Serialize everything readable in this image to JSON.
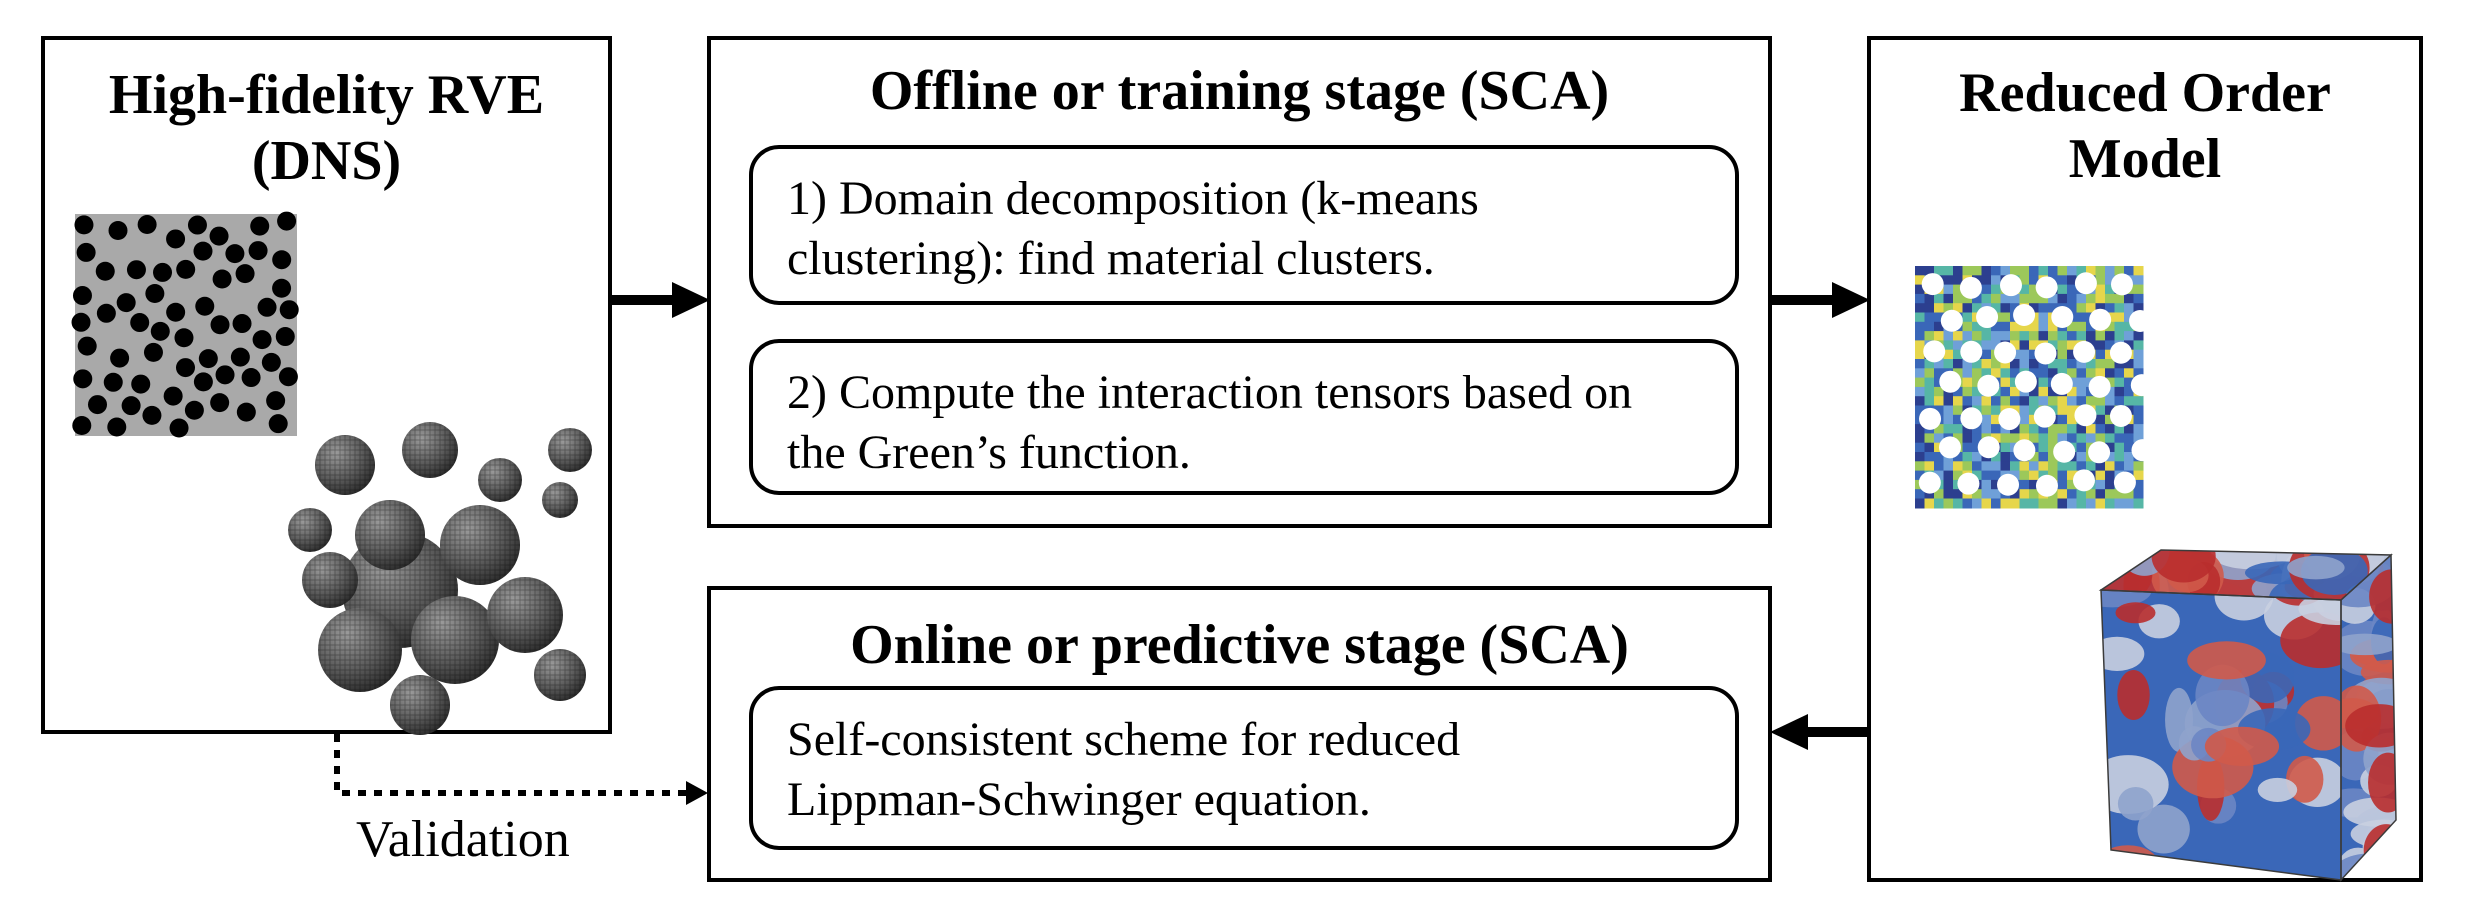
{
  "left_panel": {
    "title_line1": "High-fidelity RVE",
    "title_line2": "(DNS)"
  },
  "offline_stage": {
    "title": "Offline or training stage (SCA)",
    "step1_line1": "1) Domain decomposition (k-means",
    "step1_line2": "clustering): find material clusters.",
    "step2_line1": "2) Compute the interaction tensors based on",
    "step2_line2": "the Green’s function."
  },
  "online_stage": {
    "title": "Online or predictive stage (SCA)",
    "step_line1": "Self-consistent scheme for reduced",
    "step_line2": "Lippman-Schwinger equation."
  },
  "right_panel": {
    "title_line1": "Reduced Order",
    "title_line2": "Model"
  },
  "validation_label": "Validation",
  "colors": {
    "rve_background": "#a9a9a9",
    "particle": "#000000",
    "sphere_gray": "#5f5f5f",
    "cluster_blue": "#3a67b8",
    "cluster_yellow": "#e6d64b",
    "cluster_teal": "#56b6a6",
    "cluster_red": "#b92d2d",
    "cluster_light": "#c9cfe0"
  }
}
